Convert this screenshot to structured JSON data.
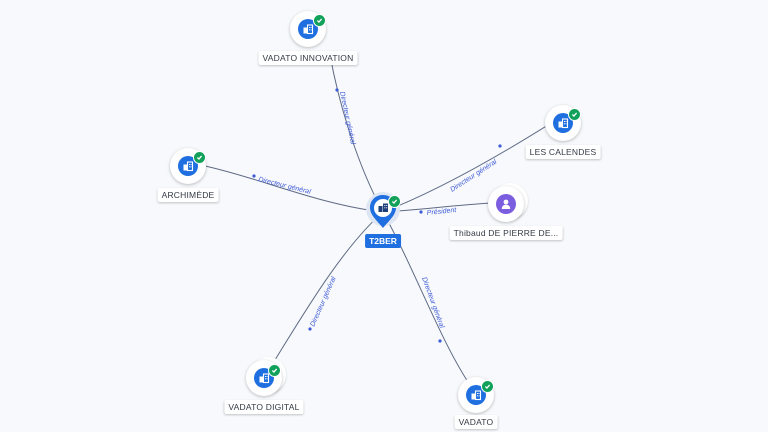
{
  "graph": {
    "center": {
      "label": "T2BER",
      "icon": "building-icon",
      "verified": true
    },
    "nodes": [
      {
        "id": "vadato-innovation",
        "label": "VADATO INNOVATION",
        "type": "company",
        "icon": "building-icon",
        "verified": true,
        "stacked": false,
        "relation": "Directeur général"
      },
      {
        "id": "les-calendes",
        "label": "LES CALENDES",
        "type": "company",
        "icon": "building-icon",
        "verified": true,
        "stacked": false,
        "relation": "Directeur général"
      },
      {
        "id": "archimede",
        "label": "ARCHIMÈDE",
        "type": "company",
        "icon": "building-icon",
        "verified": true,
        "stacked": false,
        "relation": "Directeur général"
      },
      {
        "id": "thibaud",
        "label": "Thibaud DE PIERRE DE...",
        "type": "person",
        "icon": "person-icon",
        "verified": false,
        "stacked": true,
        "relation": "Président"
      },
      {
        "id": "vadato-digital",
        "label": "VADATO DIGITAL",
        "type": "company",
        "icon": "building-icon",
        "verified": true,
        "stacked": true,
        "relation": "Directeur général"
      },
      {
        "id": "vadato",
        "label": "VADATO",
        "type": "company",
        "icon": "building-icon",
        "verified": true,
        "stacked": false,
        "relation": "Directeur général"
      }
    ]
  },
  "colors": {
    "company": "#1f6fe0",
    "person": "#7b5de0",
    "verified": "#12a15a",
    "edge": "#5f6b85",
    "edge_label": "#3f5bd6"
  }
}
